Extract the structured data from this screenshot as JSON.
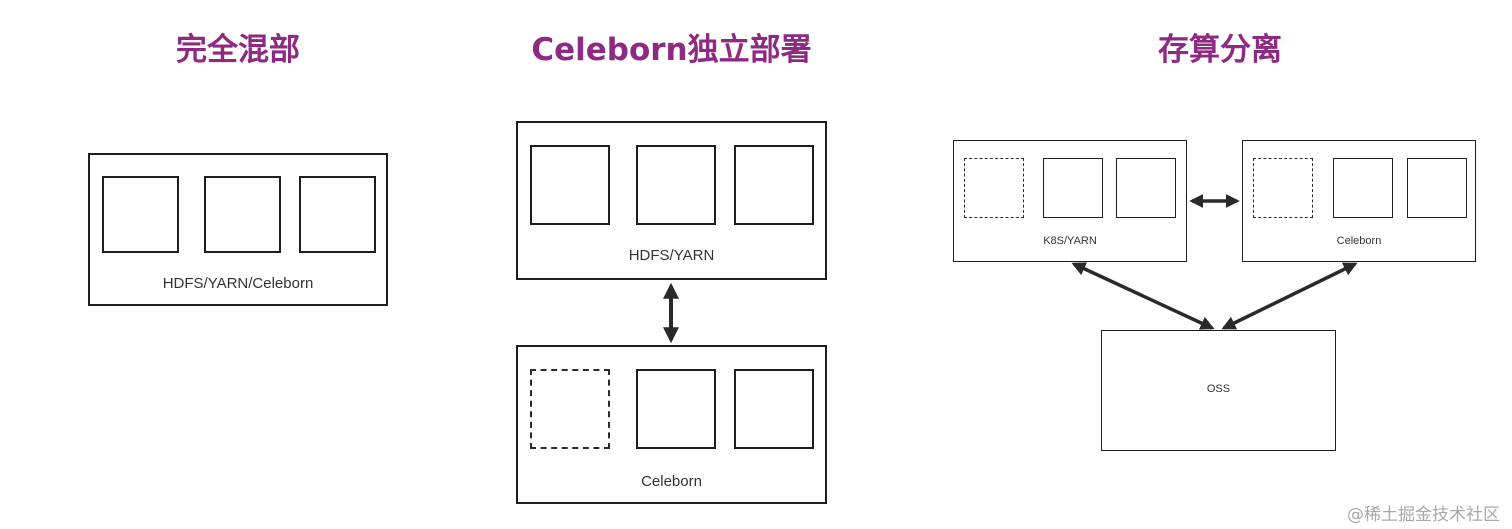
{
  "panels": {
    "mixed": {
      "title": "完全混部",
      "box_label": "HDFS/YARN/Celeborn"
    },
    "standalone": {
      "title": "Celeborn独立部署",
      "top_label": "HDFS/YARN",
      "bottom_label": "Celeborn"
    },
    "disaggregated": {
      "title": "存算分离",
      "compute_label": "K8S/YARN",
      "shuffle_label": "Celeborn",
      "storage_label": "OSS"
    }
  },
  "watermark": "@稀土掘金技术社区",
  "colors": {
    "title": "#8e2a82",
    "stroke": "#1e1e1e",
    "watermark": "#a8a8a8"
  }
}
